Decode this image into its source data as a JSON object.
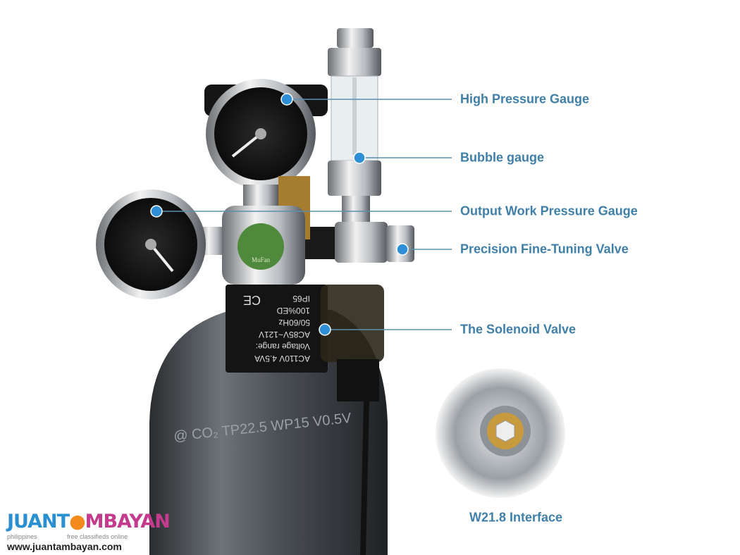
{
  "callouts": [
    {
      "label": "High Pressure Gauge"
    },
    {
      "label": "Bubble gauge"
    },
    {
      "label": "Output Work Pressure Gauge"
    },
    {
      "label": "Precision Fine-Tuning Valve"
    },
    {
      "label": "The Solenoid Valve"
    }
  ],
  "inset": {
    "label": "W21.8 Interface"
  },
  "product_markings": {
    "brand": "MuFan",
    "solenoid": [
      "CE",
      "IP65",
      "100%ED",
      "50/60Hz",
      "AC85V~121V",
      "Voltage range:",
      "AC110V 4.5VA"
    ],
    "cylinder": "CO2 TP22.5 WP15 V0.5V"
  },
  "watermark": {
    "title": "JUANTAMBAYAN",
    "left_sub": "philippines",
    "right_sub": "free classifieds online",
    "url": "www.juantambayan.com"
  },
  "colors": {
    "label": "#3f7fa8",
    "dot": "#2e8fd6",
    "line": "#5b8fae"
  }
}
